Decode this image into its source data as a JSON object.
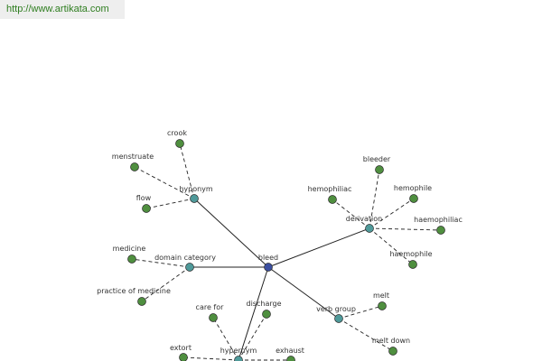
{
  "header": {
    "url": "http://www.artikata.com"
  },
  "colors": {
    "center_node": "#3b4fa0",
    "relation_node": "#4f9a9a",
    "leaf_node": "#4f8f3f",
    "edge": "#222222",
    "url_text": "#2e7d1f"
  },
  "graph": {
    "center": {
      "id": "bleed",
      "label": "bleed"
    },
    "relations": [
      {
        "id": "hyponym",
        "label": "hyponym",
        "leaves": [
          "crook",
          "menstruate",
          "flow"
        ]
      },
      {
        "id": "derivation",
        "label": "derivation",
        "leaves": [
          "bleeder",
          "hemophiliac",
          "hemophile",
          "haemophiliac",
          "haemophile"
        ]
      },
      {
        "id": "domain-category",
        "label": "domain category",
        "leaves": [
          "medicine",
          "practice of medicine"
        ]
      },
      {
        "id": "verb-group",
        "label": "verb group",
        "leaves": [
          "melt",
          "melt down"
        ]
      },
      {
        "id": "hypernym",
        "label": "hypernym",
        "leaves": [
          "care for",
          "discharge",
          "extort",
          "exhaust"
        ]
      }
    ]
  }
}
